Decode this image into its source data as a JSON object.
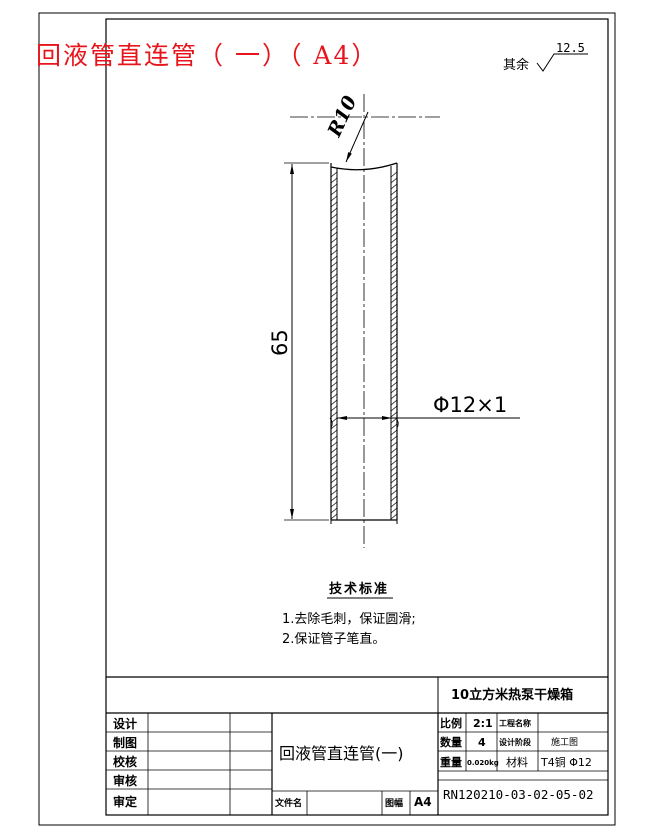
{
  "title": "回液管直连管（ 一）（ A4）",
  "surface_finish": {
    "label": "其余",
    "value": "12.5"
  },
  "dimensions": {
    "radius": "R10",
    "length": "65",
    "diameter": "Φ12×1"
  },
  "tech_requirements": {
    "heading": "技术标准",
    "items": [
      "1.去除毛刺，保证圆滑;",
      "2.保证管子笔直。"
    ]
  },
  "title_block": {
    "project": "10立方米热泵干燥箱",
    "roles": [
      "设计",
      "制图",
      "校核",
      "审核",
      "审定"
    ],
    "part_name": "回液管直连管(一)",
    "scale_label": "比例",
    "scale_value": "2:1",
    "project_name_label": "工程名称",
    "qty_label": "数量",
    "qty_value": "4",
    "stage_label": "设计阶段",
    "stage_value": "施工图",
    "weight_label": "重量",
    "weight_value": "0.020kg",
    "material_label": "材料",
    "material_value": "T4铜 Φ12",
    "file_label": "文件名",
    "sheet_label": "图幅",
    "sheet_value": "A4",
    "drawing_number": "RN120210-03-02-05-02"
  }
}
